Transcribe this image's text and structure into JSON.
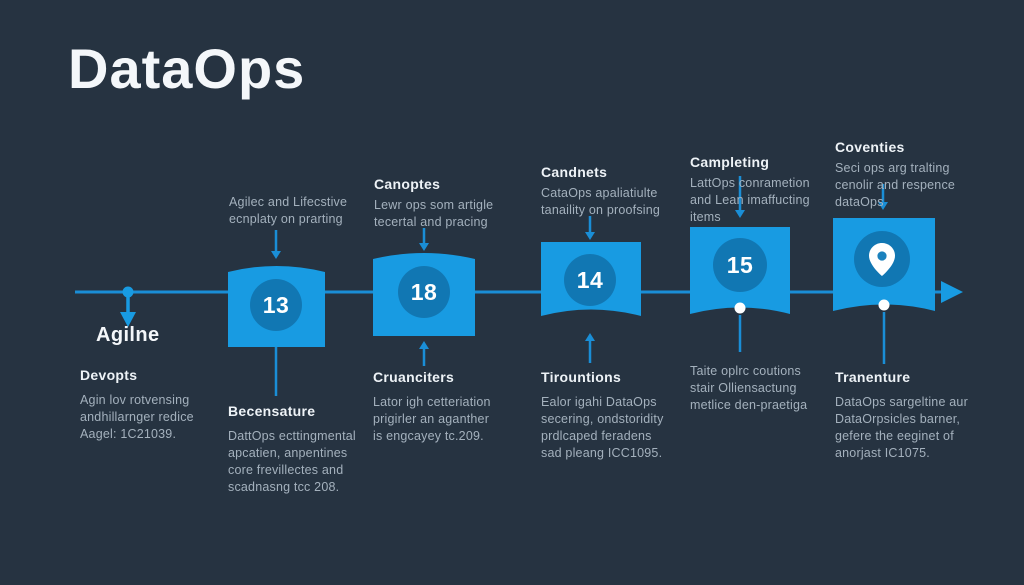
{
  "title": "DataOps",
  "colors": {
    "background": "#263341",
    "accent_blue": "#189be2",
    "line_blue": "#1a8ed6",
    "number_circle": "#15759e",
    "heading_text": "#eef3f7",
    "body_text": "#a4b1bd",
    "white": "#ffffff"
  },
  "start": {
    "label": "Agilne",
    "heading": "Devopts",
    "body": "Agin lov rotvensing\nandhillarnger redice\nAagel: 1C21039."
  },
  "milestones": [
    {
      "number": "13",
      "above_heading": "",
      "above_body": "Agilec and Lifecstive\necnplaty on prarting",
      "below_heading": "Becensature",
      "below_body": "DattOps ecttingmental\napcatien, anpentines\ncore frevillectes and\nscadnasng tcc 208."
    },
    {
      "number": "18",
      "above_heading": "Canoptes",
      "above_body": "Lewr ops som artigle\ntecertal and pracing",
      "below_heading": "Cruanciters",
      "below_body": "Lator igh cetteriation\nprigirler an aganther\nis engcayey tc.209."
    },
    {
      "number": "14",
      "above_heading": "Candnets",
      "above_body": "CataOps apaliatiulte\ntanaility on proofsing",
      "below_heading": "Tirountions",
      "below_body": "Ealor igahi DataOps\nsecering, ondstoridity\nprdlcaped feradens\nsad pleang ICC1095."
    },
    {
      "number": "15",
      "above_heading": "Campleting",
      "above_body": "LattOps conrametion\nand Lean imaffucting\nitems",
      "below_heading": "",
      "below_body": "Taite oplrc coutions\nstair Olliensactung\nmetlice den-praetiga"
    },
    {
      "icon": "location-pin",
      "above_heading": "Coventies",
      "above_body": "Seci ops arg tralting\ncenolir and respence\ndataOps",
      "below_heading": "Tranenture",
      "below_body": "DataOps sargeltine aur\nDataOrpsicles barner,\ngefere the eeginet of\nanorjast IC1075."
    }
  ]
}
